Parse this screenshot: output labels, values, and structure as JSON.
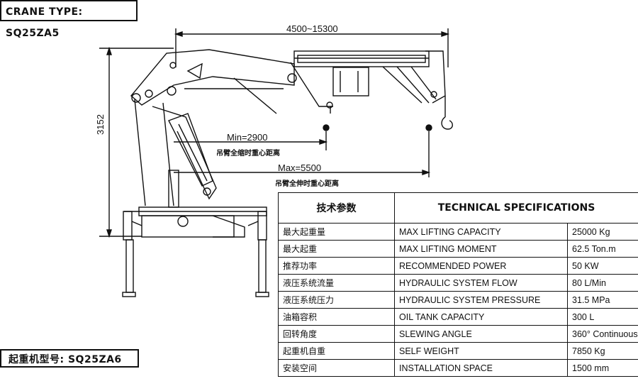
{
  "crane_type_label": "CRANE TYPE: SQ25ZA5",
  "crane_model_label_cn": "起重机型号: SQ25ZA6",
  "dimensions": {
    "reach": "4500~15300",
    "height": "3152",
    "min_radius": "Min=2900",
    "min_radius_note": "吊臂全缩时重心距离",
    "max_radius": "Max=5500",
    "max_radius_note": "吊臂全伸时重心距离"
  },
  "spec_table": {
    "header_cn": "技术参数",
    "header_en": "TECHNICAL SPECIFICATIONS",
    "rows": [
      {
        "cn": "最大起重量",
        "en": "MAX LIFTING CAPACITY",
        "value": "25000 Kg"
      },
      {
        "cn": "最大起重",
        "en": "MAX LIFTING MOMENT",
        "value": "62.5 Ton.m"
      },
      {
        "cn": "推荐功率",
        "en": "RECOMMENDED POWER",
        "value": "50 KW"
      },
      {
        "cn": "液压系统流量",
        "en": "HYDRAULIC SYSTEM FLOW",
        "value": "80 L/Min"
      },
      {
        "cn": "液压系统压力",
        "en": "HYDRAULIC SYSTEM PRESSURE",
        "value": "31.5 MPa"
      },
      {
        "cn": "油箱容积",
        "en": "OIL TANK CAPACITY",
        "value": "300 L"
      },
      {
        "cn": "回转角度",
        "en": "SLEWING ANGLE",
        "value": "360° Continuous"
      },
      {
        "cn": "起重机自重",
        "en": "SELF WEIGHT",
        "value": "7850 Kg"
      },
      {
        "cn": "安装空间",
        "en": "INSTALLATION SPACE",
        "value": "1500 mm"
      }
    ]
  }
}
